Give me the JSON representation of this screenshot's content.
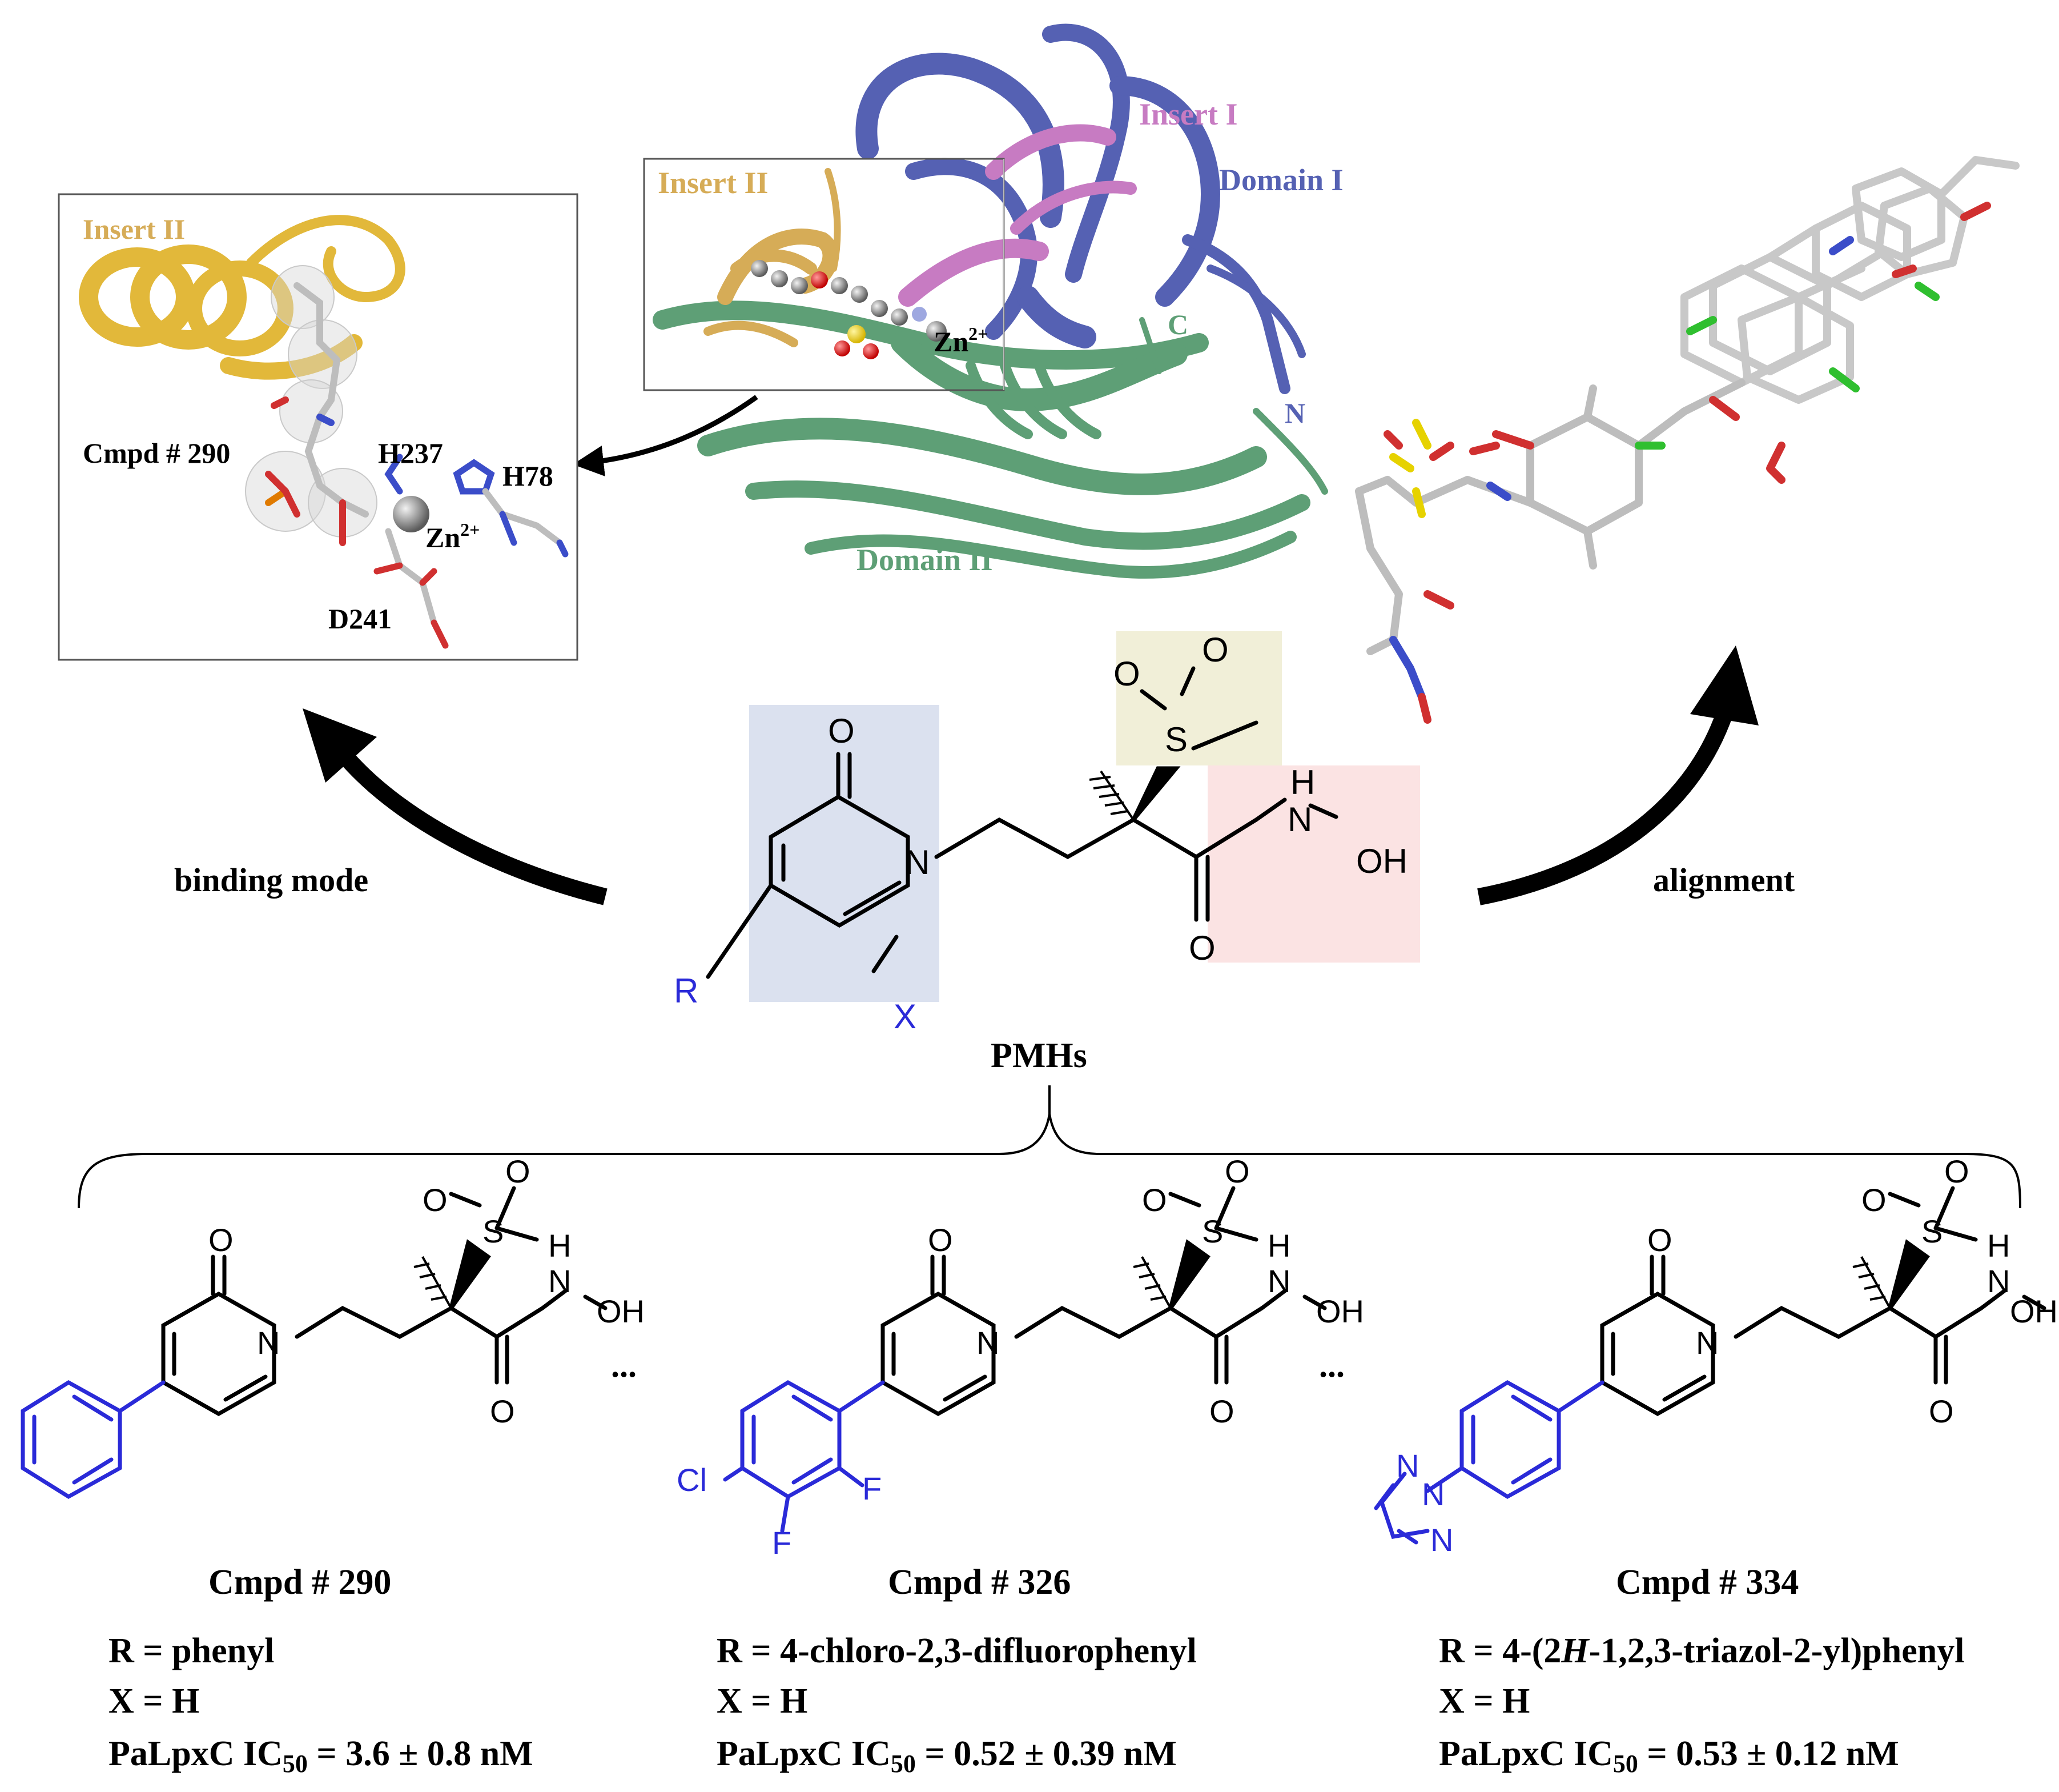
{
  "protein": {
    "insert_i": "Insert I",
    "insert_ii": "Insert II",
    "domain_i": "Domain I",
    "domain_ii": "Domain II",
    "c_term": "C",
    "n_term": "N",
    "zn": "Zn",
    "zn_charge": "2+"
  },
  "inset": {
    "insert_ii": "Insert II",
    "cmpd": "Cmpd # 290",
    "h237": "H237",
    "h78": "H78",
    "zn": "Zn",
    "zn_charge": "2+",
    "d241": "D241"
  },
  "arrows": {
    "binding_mode": "binding mode",
    "alignment": "alignment"
  },
  "scaffold": {
    "label": "PMHs",
    "r": "R",
    "x": "X",
    "n": "N",
    "o": "O",
    "s": "S",
    "h": "H",
    "oh": "OH"
  },
  "compounds": [
    {
      "name": "Cmpd # 290",
      "r": "R = phenyl",
      "x": "X = H",
      "ic50_prefix": "PaLpxC IC",
      "ic50_sub": "50",
      "ic50_value": " = 3.6 ± 0.8 nM"
    },
    {
      "name": "Cmpd # 326",
      "r": "R = 4-chloro-2,3-difluorophenyl",
      "x": "X = H",
      "ic50_prefix": "PaLpxC IC",
      "ic50_sub": "50",
      "ic50_value": " = 0.52 ± 0.39 nM",
      "cl": "Cl",
      "f": "F"
    },
    {
      "name": "Cmpd # 334",
      "r_prefix": "R = 4-(2",
      "r_italic": "H",
      "r_suffix": "-1,2,3-triazol-2-yl)phenyl",
      "x": "X = H",
      "ic50_prefix": "PaLpxC IC",
      "ic50_sub": "50",
      "ic50_value": " = 0.53 ± 0.12 nM"
    }
  ],
  "ellipsis": "...",
  "colors": {
    "insert_i": "#c77bc2",
    "insert_ii": "#d6ac57",
    "domain_i": "#5561b3",
    "domain_ii": "#5e9f76",
    "blue_group": "#2a2ad8",
    "box_blue": "#dbe1ef",
    "box_yellow": "#f1efd8",
    "box_pink": "#fbe3e3"
  }
}
